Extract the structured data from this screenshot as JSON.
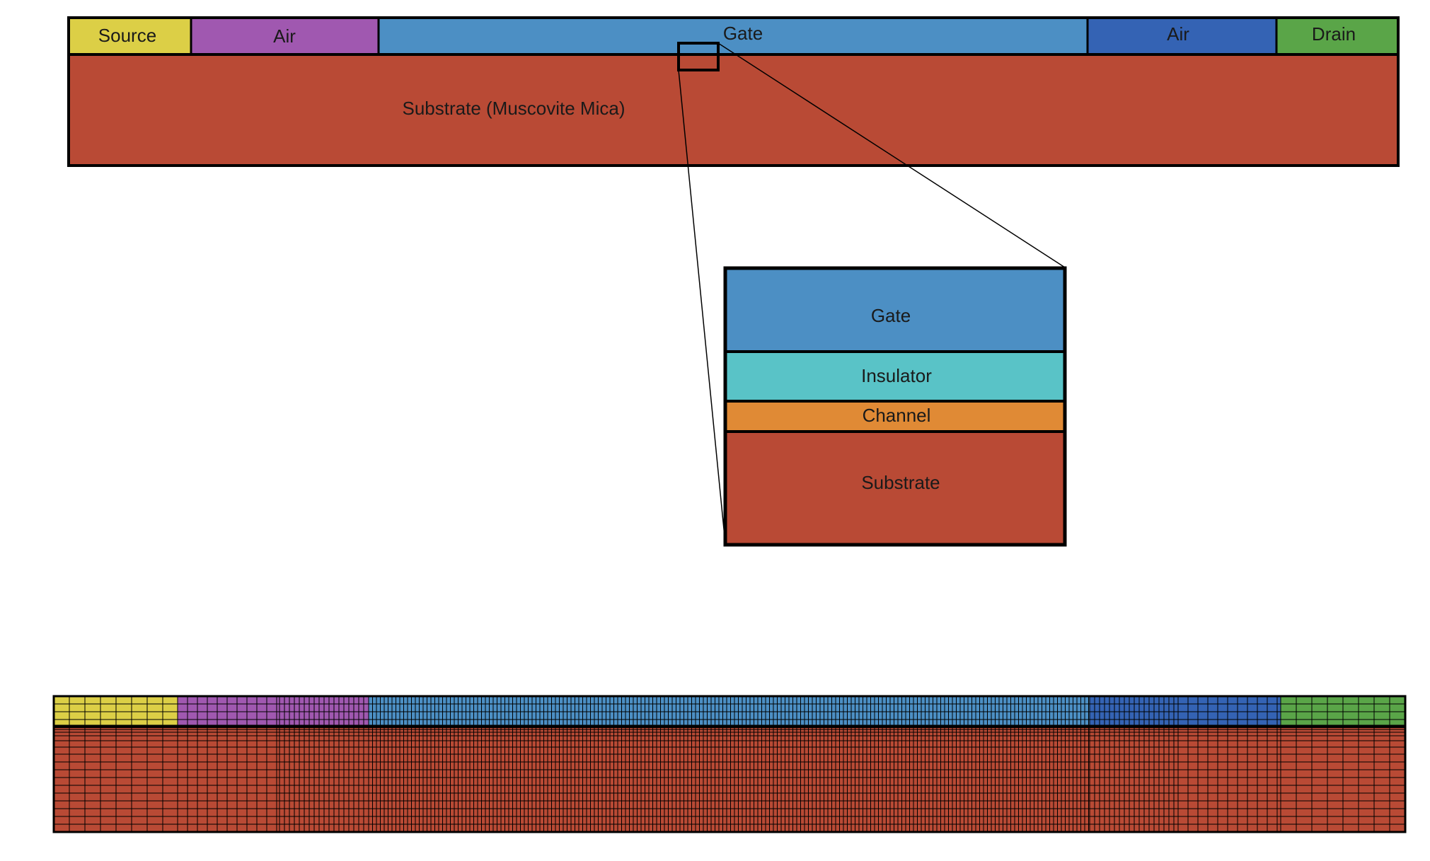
{
  "colors": {
    "source": "#dccf46",
    "air_left": "#a058b0",
    "gate": "#4c8fc4",
    "air_right": "#3463b4",
    "drain": "#5aa548",
    "substrate": "#b94a35",
    "insulator": "#59c3c7",
    "channel": "#e08a35",
    "outline": "#000000"
  },
  "device": {
    "top_regions": [
      {
        "key": "source",
        "label": "Source",
        "color": "#dccf46"
      },
      {
        "key": "air_left",
        "label": "Air",
        "color": "#a058b0"
      },
      {
        "key": "gate",
        "label": "Gate",
        "color": "#4c8fc4"
      },
      {
        "key": "air_right",
        "label": "Air",
        "color": "#3463b4"
      },
      {
        "key": "drain",
        "label": "Drain",
        "color": "#5aa548"
      }
    ],
    "substrate_label": "Substrate (Muscovite Mica)"
  },
  "zoom_inset": {
    "layers": [
      {
        "key": "gate",
        "label": "Gate",
        "color": "#4c8fc4"
      },
      {
        "key": "insulator",
        "label": "Insulator",
        "color": "#59c3c7"
      },
      {
        "key": "channel",
        "label": "Channel",
        "color": "#e08a35"
      },
      {
        "key": "substrate",
        "label": "Substrate",
        "color": "#b94a35"
      }
    ]
  },
  "mesh": {
    "top_regions": [
      {
        "key": "source",
        "color": "#dccf46"
      },
      {
        "key": "air_left",
        "color": "#a058b0"
      },
      {
        "key": "gate",
        "color": "#4c8fc4"
      },
      {
        "key": "air_right",
        "color": "#3463b4"
      },
      {
        "key": "drain",
        "color": "#5aa548"
      }
    ],
    "substrate_color": "#b94a35"
  }
}
